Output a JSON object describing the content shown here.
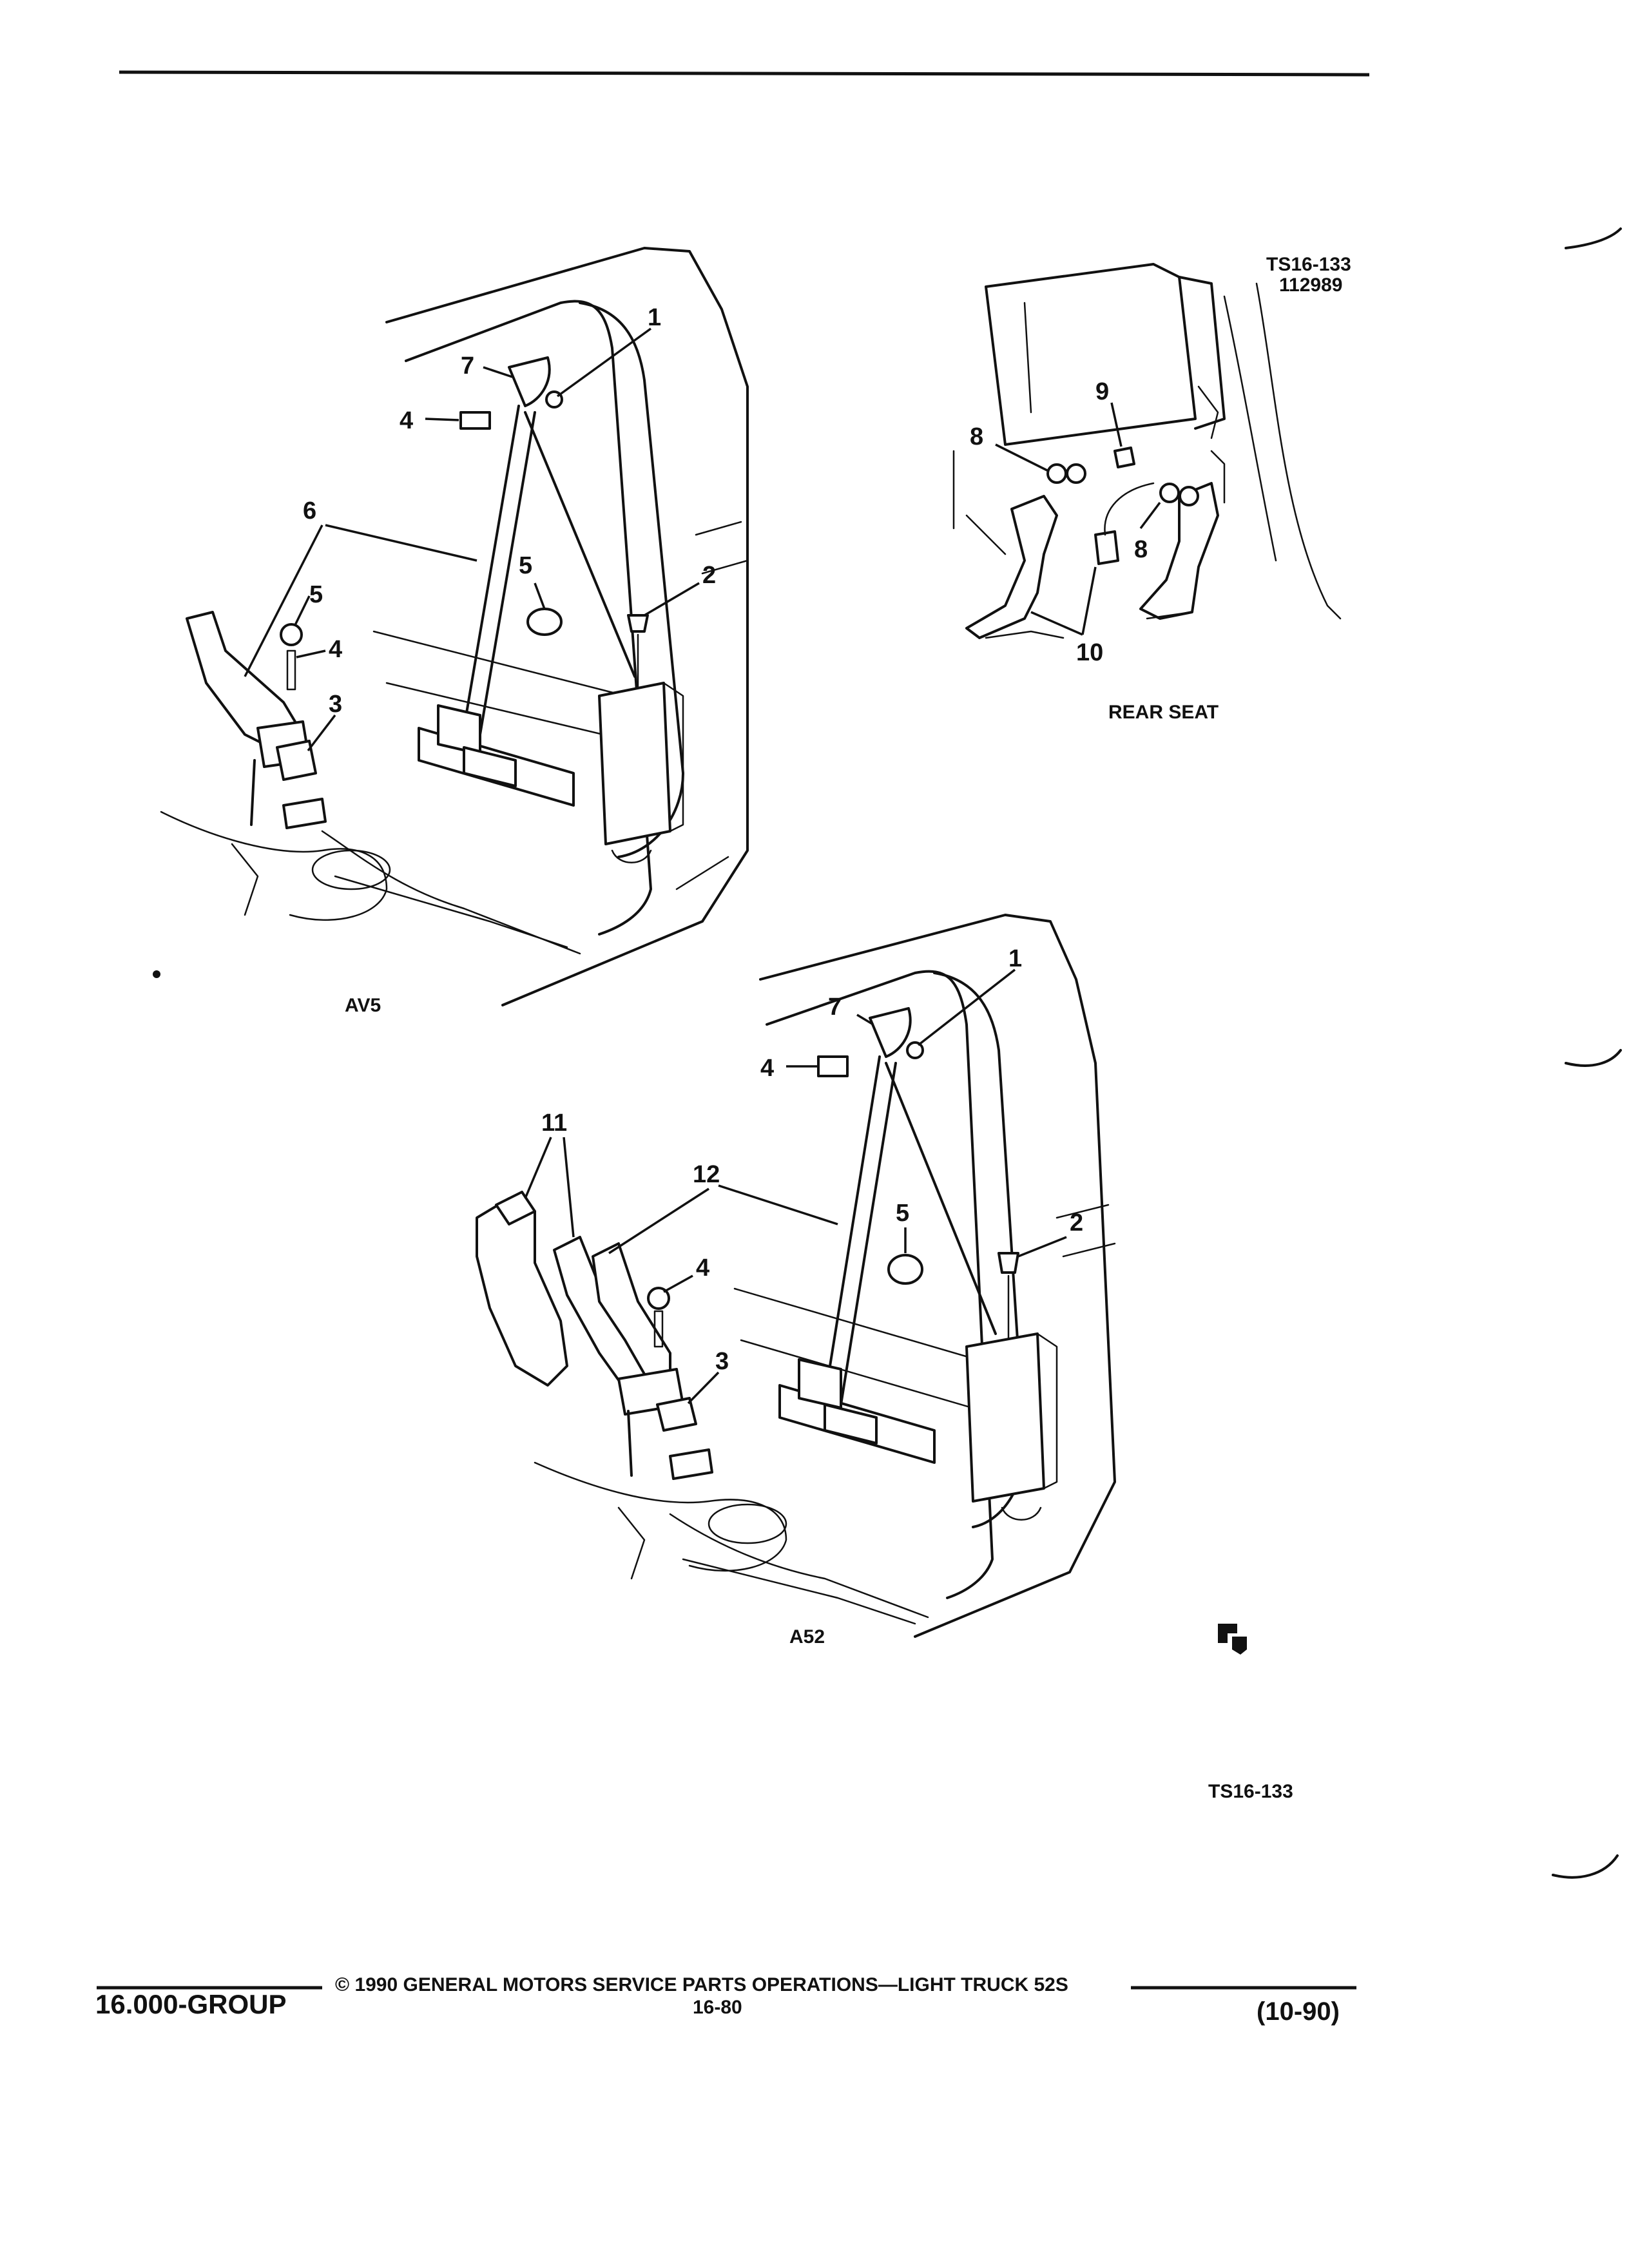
{
  "figure": {
    "ref_top": "TS16-133",
    "ref_date": "112989",
    "ref_bottom": "TS16-133",
    "views": {
      "av5": "AV5",
      "rear": "REAR SEAT",
      "a52": "A52"
    }
  },
  "callouts": {
    "av5": [
      "1",
      "2",
      "3",
      "4",
      "4",
      "5",
      "5",
      "6",
      "7"
    ],
    "rear": [
      "8",
      "8",
      "9",
      "10"
    ],
    "a52": [
      "1",
      "2",
      "3",
      "4",
      "4",
      "5",
      "7",
      "11",
      "12"
    ]
  },
  "footer": {
    "group": "16.000-GROUP",
    "copyright": "© 1990 GENERAL MOTORS SERVICE PARTS OPERATIONS—LIGHT TRUCK 52S",
    "page_number": "16-80",
    "date_code": "(10-90)"
  }
}
